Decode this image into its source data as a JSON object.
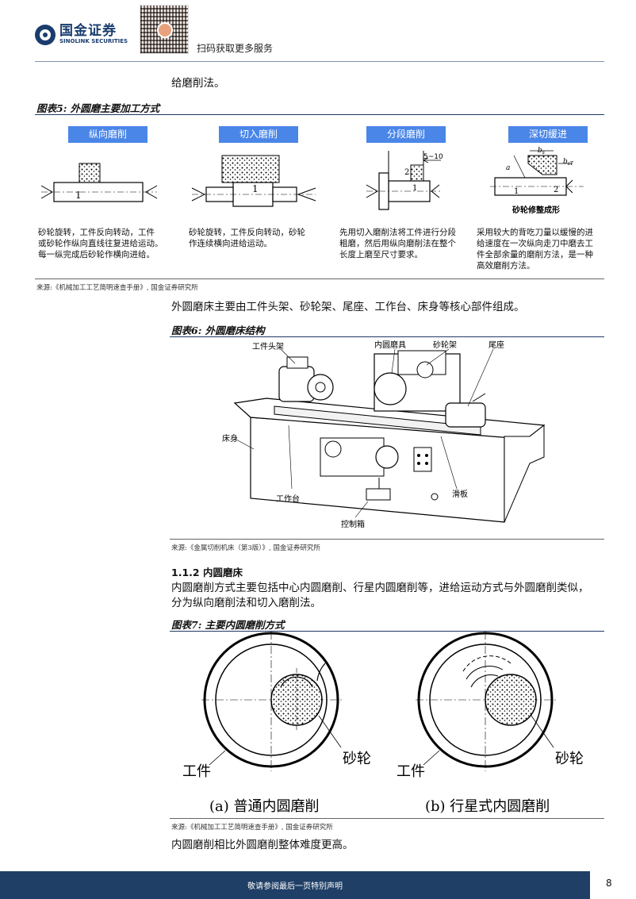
{
  "header": {
    "logo_cn": "国金证券",
    "logo_en": "SINOLINK SECURITIES",
    "qr_text": "扫码获取更多服务"
  },
  "body": {
    "intro_tail": "给磨削法。",
    "fig5_title": "图表5:  外圆磨主要加工方式",
    "fig5_methods": [
      {
        "label": "纵向磨削",
        "desc": [
          "砂轮旋转，工件反向转动，工件",
          "或砂轮作纵向直线往复进给运动。",
          "每一纵完成后砂轮作横向进给。"
        ]
      },
      {
        "label": "切入磨削",
        "desc": [
          "砂轮旋转，工件反向转动，砂轮",
          "作连续横向进给运动。"
        ]
      },
      {
        "label": "分段磨削",
        "desc": [
          "先用切入磨削法将工件进行分段",
          "粗磨，然后用纵向磨削法在整个",
          "长度上磨至尺寸要求。"
        ]
      },
      {
        "label": "深切缓进",
        "desc": [
          "采用较大的背吃刀量以缓慢的进",
          "给速度在一次纵向走刀中磨去工",
          "件全部余量的磨削方法，是一种",
          "高效磨削方法。"
        ]
      }
    ],
    "fig5_diagram_labels": {
      "one": "1",
      "two": "2",
      "seg_dim": "5~10",
      "deep_caption": "砂轮修整成形",
      "deep_a": "a",
      "deep_bs": "b",
      "deep_bst": "b",
      "deep_sub_s": "s",
      "deep_sub_st": "sT"
    },
    "fig5_source": "来源:《机械加工工艺简明速查手册》, 国金证券研究所",
    "para2": "外圆磨床主要由工件头架、砂轮架、尾座、工作台、床身等核心部件组成。",
    "fig6_title": "图表6:  外圆磨床结构",
    "fig6_labels": {
      "headstock": "工件头架",
      "internal": "内圆磨具",
      "wheelhead": "砂轮架",
      "tailstock": "尾座",
      "bed": "床身",
      "table": "工作台",
      "slide": "滑板",
      "control": "控制箱"
    },
    "fig6_source": "来源:《金属切削机床（第3版）》, 国金证券研究所",
    "section_title": "1.1.2 内圆磨床",
    "para3_line1": "内圆磨削方式主要包括中心内圆磨削、行星内圆磨削等，进给运动方式与外圆磨削类似，",
    "para3_line2": "分为纵向磨削法和切入磨削法。",
    "fig7_title": "图表7:  主要内圆磨削方式",
    "fig7_labels": {
      "wheel_a": "砂轮",
      "work_a": "工件",
      "cap_a": "(a) 普通内圆磨削",
      "wheel_b": "砂轮",
      "work_b": "工件",
      "cap_b": "(b) 行星式内圆磨削"
    },
    "fig7_source": "来源:《机械加工工艺简明速查手册》, 国金证券研究所",
    "para4": "内圆磨削相比外圆磨削整体难度更高。"
  },
  "footer": {
    "disclaimer": "敬请参阅最后一页特别声明",
    "page": "8"
  },
  "colors": {
    "brand": "#1a3d6e",
    "label_blue": "#4a86e8",
    "footer": "#1f3f66"
  }
}
